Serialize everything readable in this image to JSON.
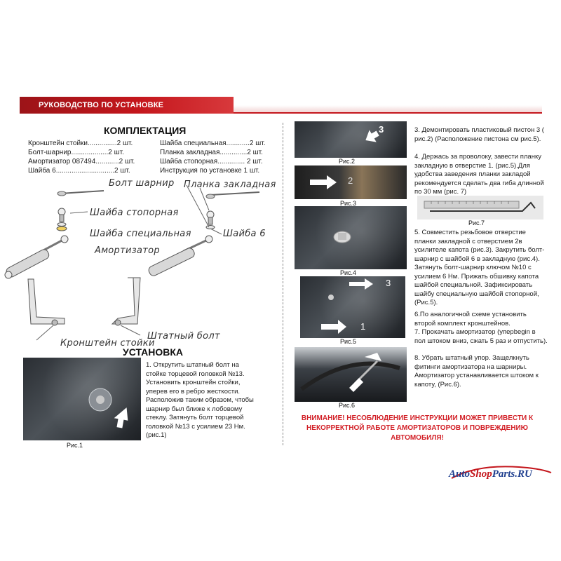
{
  "header": {
    "title": "РУКОВОДСТВО ПО УСТАНОВКЕ"
  },
  "kit": {
    "title": "КОМПЛЕКТАЦИЯ",
    "left": [
      "Кронштейн стойки...............2 шт.",
      "Болт-шарнир...................2 шт.",
      "Амортизатор 087494............2 шт.",
      "Шайба 6..............................2 шт."
    ],
    "right": [
      "Шайба специальная............2 шт.",
      "Планка закладная..............2 шт.",
      "Шайба стопорная.............. 2 шт.",
      "Инструкция по установке   1 шт."
    ]
  },
  "diagram": {
    "labels": {
      "bolt_hinge": "Болт шарнир",
      "plate": "Планка закладная",
      "lock_washer": "Шайба стопорная",
      "special_washer": "Шайба специальная",
      "washer6": "Шайба 6",
      "shock": "Амортизатор",
      "stock_bolt": "Штатный болт",
      "bracket": "Кронштейн стойки"
    }
  },
  "install": {
    "title": "УСТАНОВКА",
    "step1": "1. Открутить штатный болт на стойке торцевой головкой №13. Установить кронштейн стойки, уперев его в ребро жесткости. Расположив таким образом, чтобы шарнир был ближе к лобовому стеклу. Затянуть болт торцевой головкой №13 с усилием 23 Нм. (рис.1)",
    "fig1": "Рис.1"
  },
  "steps": {
    "s3": "3. Демонтировать пластиковый пистон 3 ( рис.2) (Расположение пистона см рис.5).",
    "s4": "4. Держась за проволоку, завести планку закладную в отверстие 1. (рис.5).Для удобства заведения планки закладой рекомендуется сделать два гиба длинной по 30 мм (рис. 7)",
    "s5": "5. Совместить резьбовое отверстие планки закладной с отверстием 2в усилителе капота (рис.3). Закрутить болт-шарнир с шайбой 6 в закладную  (рис.4). Затянуть болт-шарнир ключом №10 с усилием 6 Нм. Прижать обшивку капота шайбой специальной. Зафиксировать шайбу специальную шайбой стопорной, (Рис.5).",
    "s6": "6.По аналогичной схеме установить второй комплект кронштейнов.",
    "s7": "7. Прокачать амортизатор (уперbegin в пол штоком вниз, сжать 5 раз и отпустить).",
    "s8": "8. Убрать штатный упор. Защелкнуть фитинги амортизатора на шарниры. Амортизатор устанавливается штоком к капоту, (Рис.6)."
  },
  "figs": {
    "f2": "Рис.2",
    "f3": "Рис.3",
    "f4": "Рис.4",
    "f5": "Рис.5",
    "f6": "Рис.6",
    "f7": "Рис.7",
    "n1": "1",
    "n2": "2",
    "n3": "3"
  },
  "warning": "ВНИМАНИЕ! НЕСОБЛЮДЕНИЕ ИНСТРУКЦИИ МОЖЕТ ПРИВЕСТИ К НЕКОРРЕКТНОЙ РАБОТЕ АМОРТИЗАТОРОВ И ПОВРЕЖДЕНИЮ АВТОМОБИЛЯ!",
  "logo": {
    "part1": "Auto",
    "part2": "Shop",
    "part3": "Parts.RU"
  },
  "colors": {
    "accent": "#c4161c",
    "logo_blue": "#1f3f8f"
  }
}
